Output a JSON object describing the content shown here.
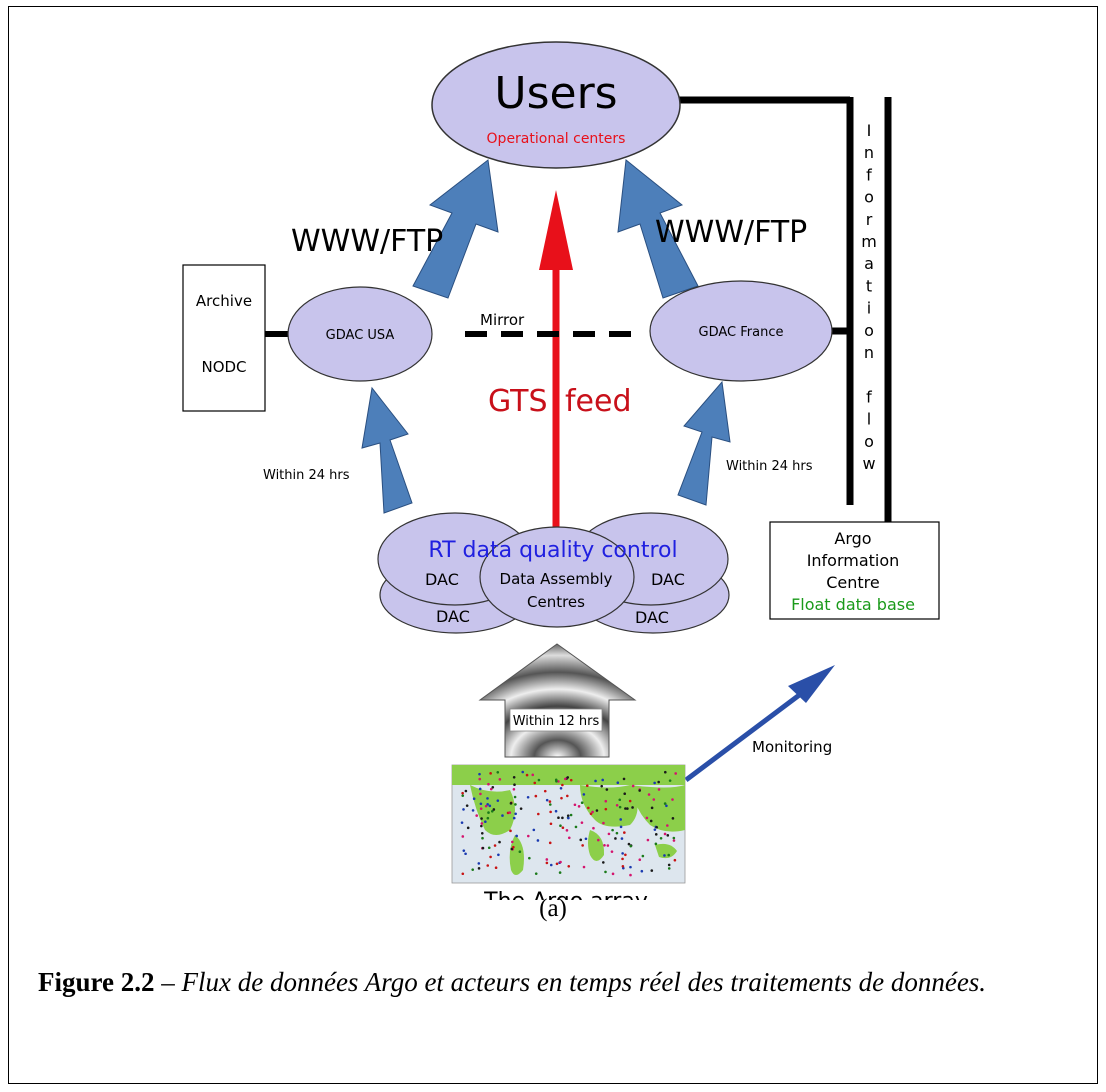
{
  "diagram": {
    "users": {
      "title": "Users",
      "subtitle": "Operational centers"
    },
    "www_ftp_left": "WWW/FTP",
    "www_ftp_right": "WWW/FTP",
    "archive": {
      "line1": "Archive",
      "line2": "NODC"
    },
    "gdac_usa": "GDAC USA",
    "gdac_france": "GDAC France",
    "mirror": "Mirror",
    "gts": "GTS",
    "feed": "feed",
    "within_24_left": "Within 24 hrs",
    "within_24_right": "Within 24 hrs",
    "information_flow_letters": [
      "I",
      "n",
      "f",
      "o",
      "r",
      "m",
      "a",
      "t",
      "i",
      "o",
      "n",
      "",
      "f",
      "l",
      "o",
      "w"
    ],
    "rt_qc": "RT data quality control",
    "dac_labels": [
      "DAC",
      "DAC",
      "DAC",
      "DAC"
    ],
    "dac_center": {
      "line1": "Data Assembly",
      "line2": "Centres"
    },
    "aic": {
      "line1": "Argo",
      "line2": "Information",
      "line3": "Centre",
      "line4": "Float data base"
    },
    "within_12": "Within 12 hrs",
    "monitoring": "Monitoring",
    "argo_array": "The Argo array",
    "colors": {
      "ellipse_fill": "#c8c4ec",
      "arrow_blue": "#4d7fba",
      "red": "#e8101a",
      "rt_blue": "#2020e0",
      "green": "#1a9a1a",
      "map_land": "#8ccf4a",
      "map_ocean": "#dde6ee"
    }
  },
  "sublabel": "(a)",
  "caption": {
    "label": "Figure 2.2",
    "dash": " – ",
    "text": "Flux de données Argo et acteurs en temps réel des traitements de données."
  }
}
